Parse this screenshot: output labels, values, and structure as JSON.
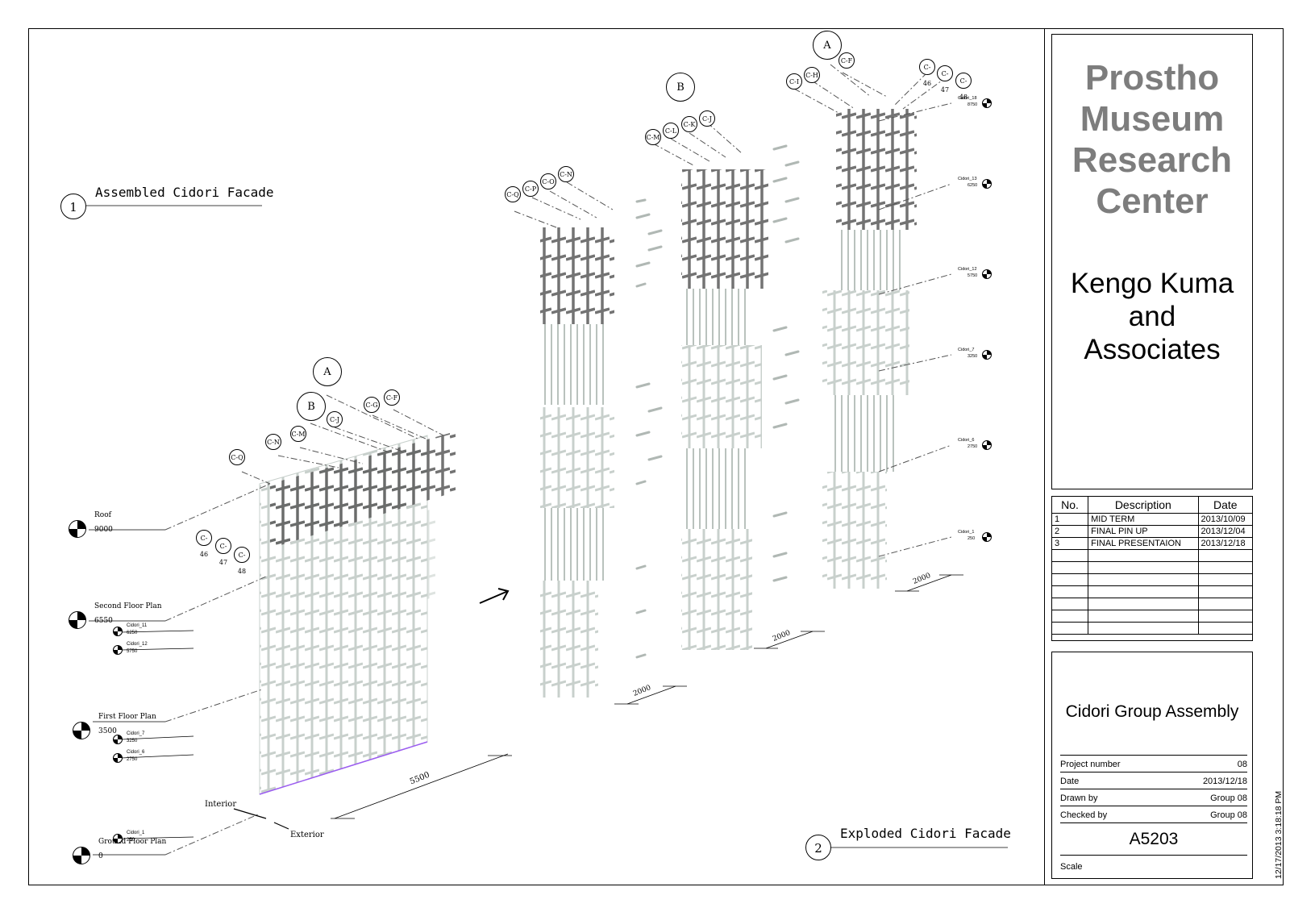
{
  "title_block": {
    "project_name": [
      "Prostho",
      "Museum",
      "Research",
      "Center"
    ],
    "firm_name": [
      "Kengo Kuma",
      "and",
      "Associates"
    ],
    "revisions": {
      "headers": [
        "No.",
        "Description",
        "Date"
      ],
      "rows": [
        [
          "1",
          "MID TERM",
          "2013/10/09"
        ],
        [
          "2",
          "FINAL PIN UP",
          "2013/12/04"
        ],
        [
          "3",
          "FINAL PRESENTAION",
          "2013/12/18"
        ],
        [
          "",
          "",
          ""
        ],
        [
          "",
          "",
          ""
        ],
        [
          "",
          "",
          ""
        ],
        [
          "",
          "",
          ""
        ],
        [
          "",
          "",
          ""
        ],
        [
          "",
          "",
          ""
        ],
        [
          "",
          "",
          ""
        ]
      ]
    },
    "sheet_name": "Cidori Group Assembly",
    "project_number_label": "Project number",
    "project_number": "08",
    "date_label": "Date",
    "date": "2013/12/18",
    "drawn_by_label": "Drawn by",
    "drawn_by": "Group 08",
    "checked_by_label": "Checked by",
    "checked_by": "Group 08",
    "sheet_number": "A5203",
    "scale_label": "Scale",
    "timestamp": "12/17/2013 3:18:18 PM"
  },
  "view1": {
    "number": "1",
    "title": "Assembled Cidori Facade",
    "grid_bubbles": [
      "A",
      "B"
    ],
    "column_tags": [
      "C-Q",
      "C-N",
      "C-M",
      "C-J",
      "C-G",
      "C-F",
      "C-46",
      "C-47",
      "C-48"
    ],
    "levels": [
      {
        "name": "Roof",
        "elev": "9000"
      },
      {
        "name": "Second Floor Plan",
        "elev": "6550"
      },
      {
        "name": "First Floor Plan",
        "elev": "3500"
      },
      {
        "name": "Ground Floor Plan",
        "elev": "0"
      }
    ],
    "sub_levels": [
      {
        "name": "Cidori_11",
        "elev": "6250"
      },
      {
        "name": "Cidori_12",
        "elev": "5750"
      },
      {
        "name": "Cidori_7",
        "elev": "3250"
      },
      {
        "name": "Cidori_6",
        "elev": "2750"
      },
      {
        "name": "Cidori_1",
        "elev": "250"
      }
    ],
    "dimension": "5500",
    "interior_label": "Interior",
    "exterior_label": "Exterior"
  },
  "view2": {
    "number": "2",
    "title": "Exploded Cidori Facade",
    "grid_bubbles": [
      "A",
      "B"
    ],
    "tags_left": [
      "C-Q",
      "C-P",
      "C-O",
      "C-N"
    ],
    "tags_mid": [
      "C-M",
      "C-L",
      "C-K",
      "C-J"
    ],
    "tags_right_a": [
      "C-I",
      "C-H",
      "C-F"
    ],
    "tags_right_b": [
      "C-46",
      "C-47",
      "C-48"
    ],
    "level_markers": [
      {
        "name": "Cidori_18",
        "elev": "8750"
      },
      {
        "name": "Cidori_13",
        "elev": "6250"
      },
      {
        "name": "Cidori_12",
        "elev": "5750"
      },
      {
        "name": "Cidori_7",
        "elev": "3250"
      },
      {
        "name": "Cidori_6",
        "elev": "2750"
      },
      {
        "name": "Cidori_1",
        "elev": "250"
      }
    ],
    "dimensions": [
      "2000",
      "2000",
      "2000"
    ]
  },
  "colors": {
    "line": "#000000",
    "light_lattice": "#c8d0cc",
    "dark_lattice": "#4a4a4a",
    "accent_line": "#9b5cf0",
    "project_name": "#7d7d7d"
  }
}
